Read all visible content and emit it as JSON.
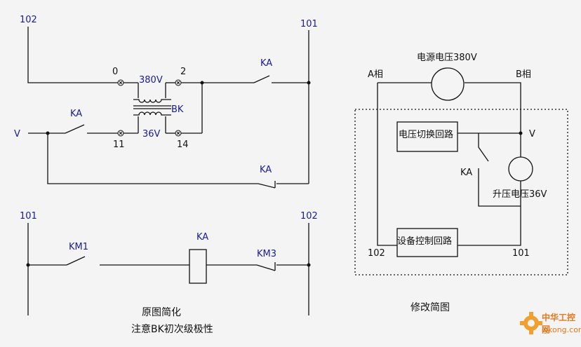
{
  "left_top": {
    "node_102": "102",
    "node_101": "101",
    "terminal_0": "0",
    "terminal_2": "2",
    "terminal_11": "11",
    "terminal_14": "14",
    "voltage_380": "380V",
    "voltage_36": "36V",
    "transformer_label": "BK",
    "ka_contact_top": "KA",
    "ka_contact_left": "KA",
    "ka_contact_bottom": "KA",
    "v_input": "V"
  },
  "left_bottom": {
    "node_101": "101",
    "node_102": "102",
    "km1_label": "KM1",
    "ka_coil_label": "KA",
    "km3_label": "KM3"
  },
  "captions": {
    "original_simplified": "原图简化",
    "polarity_note": "注意BK初次级极性",
    "modified_simplified": "修改简图"
  },
  "right": {
    "supply_voltage": "电源电压380V",
    "phase_a": "A相",
    "phase_b": "B相",
    "switch_circuit": "电压切换回路",
    "v_label": "V",
    "ka_label": "KA",
    "boost_voltage": "升压电压36V",
    "control_circuit": "设备控制回路",
    "node_102": "102",
    "node_101": "101"
  },
  "watermark": {
    "site_cn": "中华工控网",
    "site_url": "gkong.com"
  },
  "colors": {
    "line": "#111111",
    "label_blue": "#1a1a99",
    "watermark_orange": "#e8761b"
  }
}
